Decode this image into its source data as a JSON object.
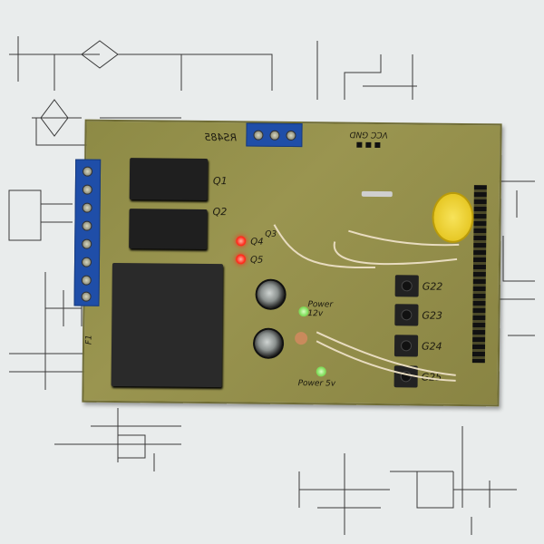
{
  "board": {
    "label_rs485": "RS485",
    "label_power_header": "VCC GND",
    "relay_labels": [
      "Q1",
      "Q2"
    ],
    "label_q3": "Q3",
    "label_q4": "Q4",
    "label_q5": "Q5",
    "label_power12": "Power 12v",
    "label_power5": "Power 5v",
    "label_fuse": "F1",
    "button_labels": [
      "G22",
      "G23",
      "G24",
      "G25"
    ]
  },
  "colors": {
    "pcb": "#948f4b",
    "terminal": "#1f4ea8",
    "led_red": "#ff2a1a",
    "led_green": "#7fdc5a",
    "battery": "#f2d21c",
    "paper": "#e9ecec"
  }
}
